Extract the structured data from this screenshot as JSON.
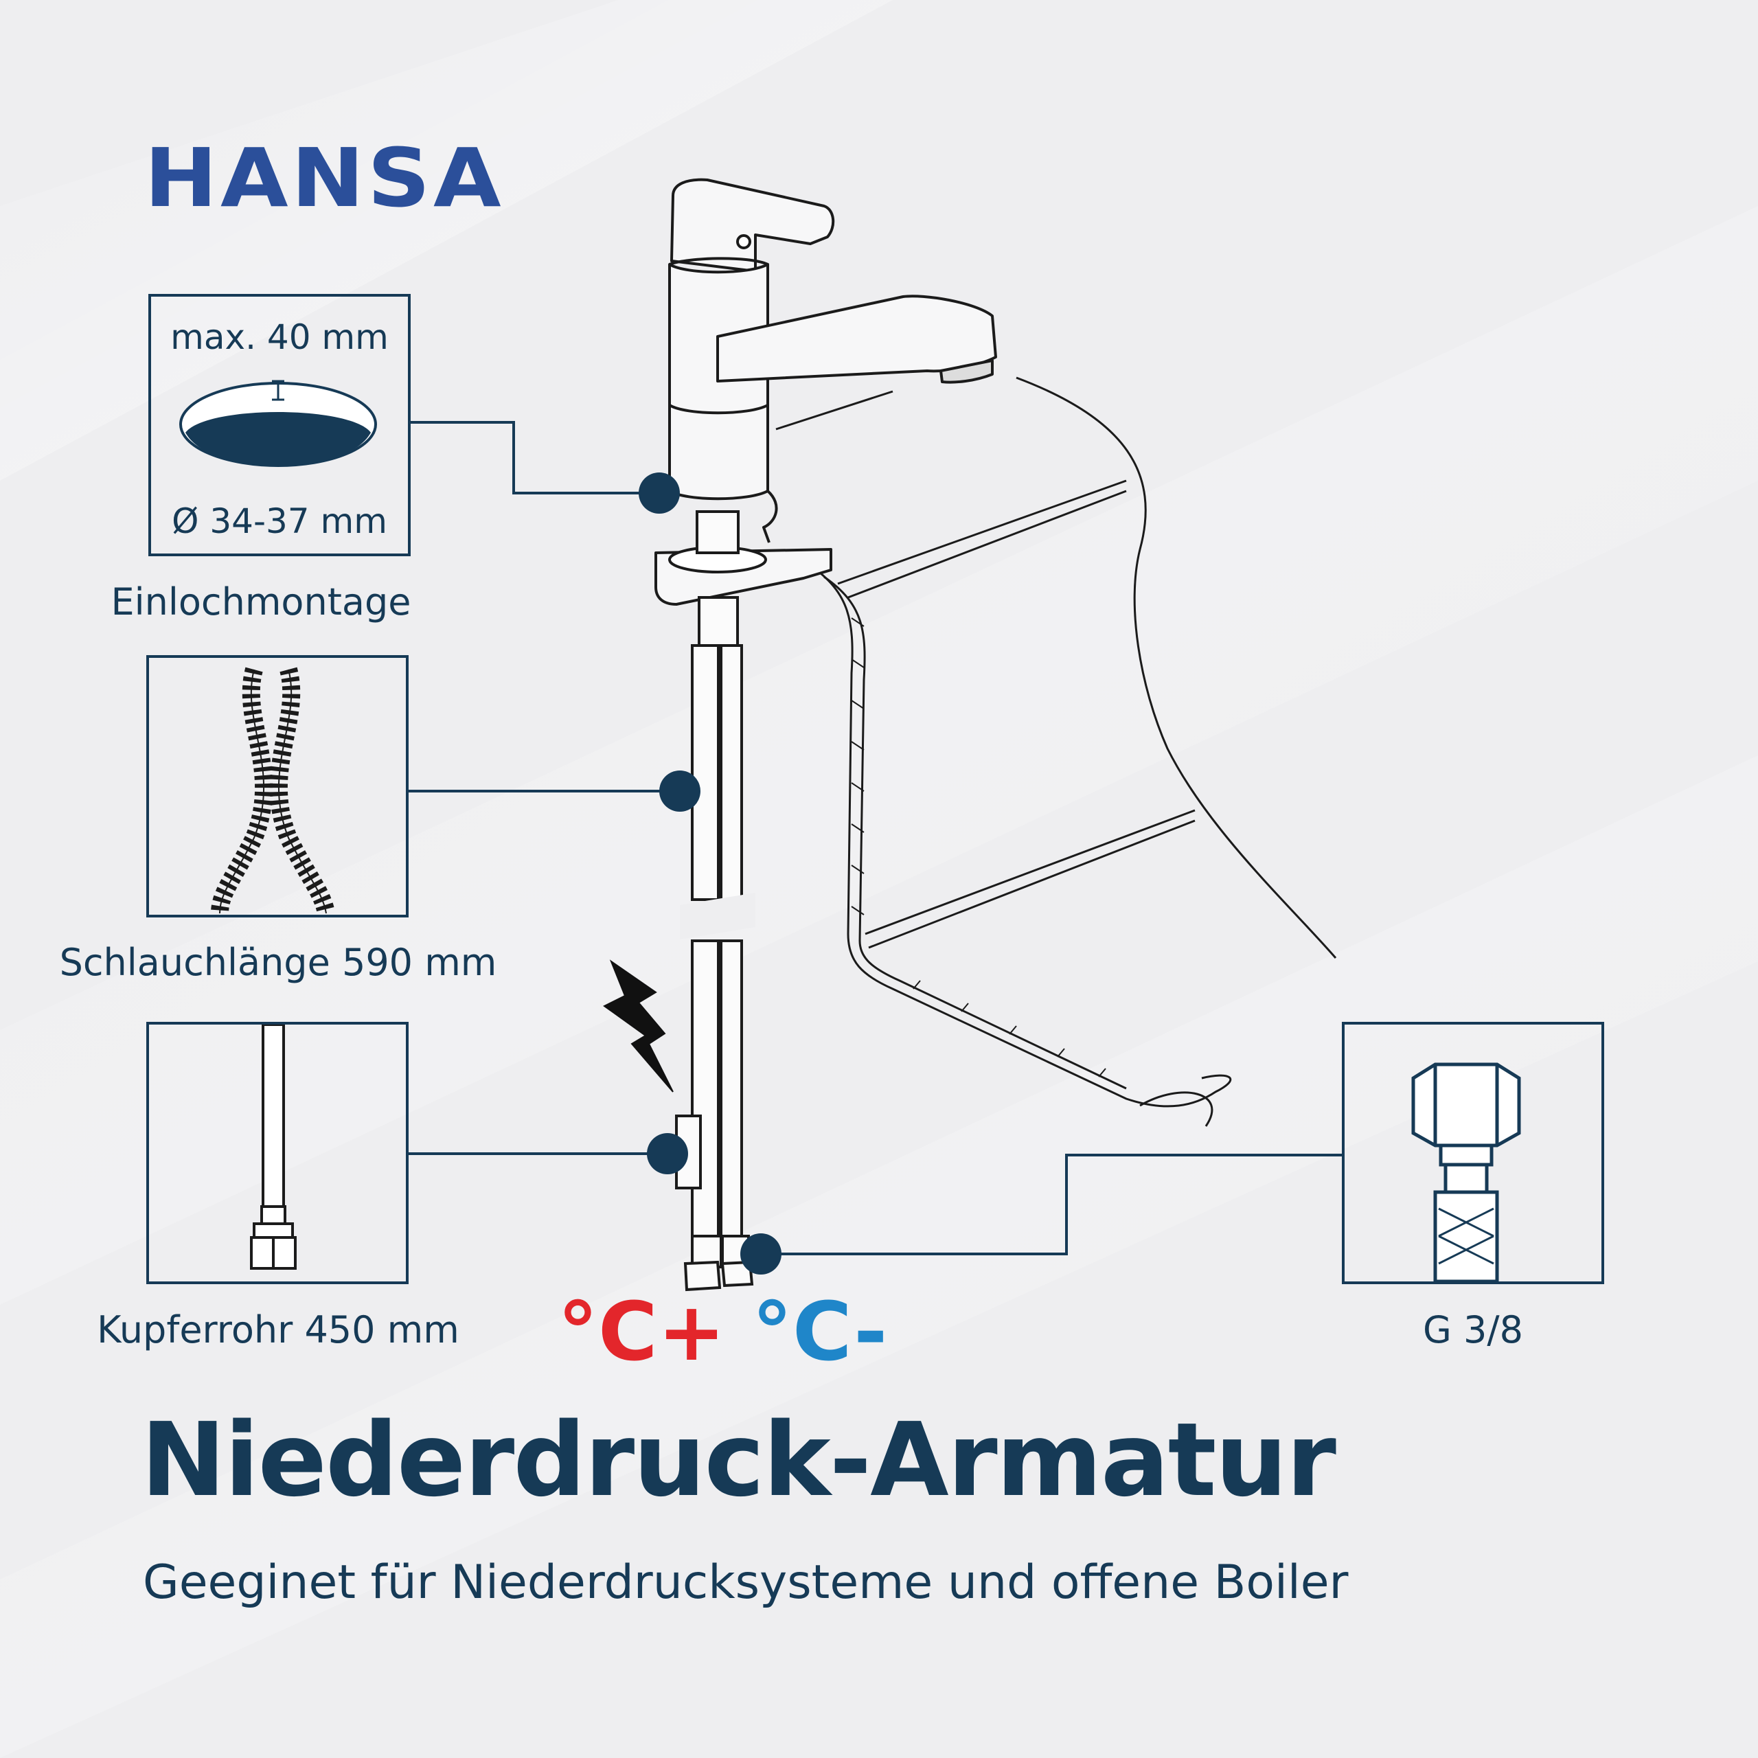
{
  "brand": "HANSA",
  "colors": {
    "navy": "#163a56",
    "brand_blue": "#2b4f9a",
    "hot_red": "#e3262b",
    "cold_blue": "#1f86c9"
  },
  "callouts": {
    "mounting": {
      "max_label": "max. 40 mm",
      "diameter_label": "Ø 34-37 mm",
      "caption": "Einlochmontage"
    },
    "hose": {
      "caption": "Schlauchlänge 590 mm"
    },
    "pipe": {
      "caption": "Kupferrohr 450 mm"
    },
    "thread": {
      "caption": "G 3/8"
    }
  },
  "temperature": {
    "hot": "°C+",
    "cold": "°C-"
  },
  "title": "Niederdruck-Armatur",
  "subtitle": "Geeginet für Niederdrucksysteme und offene Boiler"
}
